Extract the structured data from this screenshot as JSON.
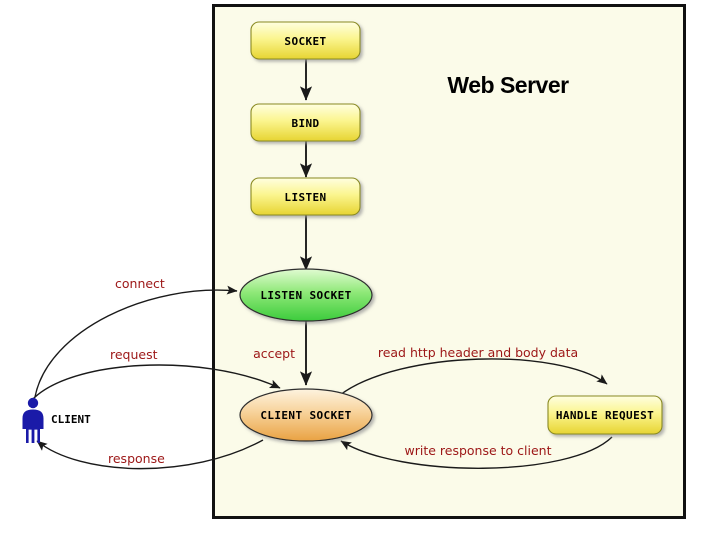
{
  "panel": {
    "title": "Web Server",
    "background_color": "#fbfbe9",
    "border_color": "#111111"
  },
  "colors": {
    "yellow_box_top": "#fdfdc8",
    "yellow_box_bottom": "#e8d93a",
    "green_ellipse_top": "#d6f5c4",
    "green_ellipse_bottom": "#4bd44b",
    "orange_ellipse_top": "#fdf0d8",
    "orange_ellipse_bottom": "#e8a44a",
    "edge_label_red": "#9c1616",
    "arrow_black": "#1a1a1a",
    "client_blue": "#1a1aa8",
    "page_background": "#ffffff"
  },
  "nodes": [
    {
      "id": "socket",
      "label": "SOCKET",
      "shape": "rounded-box",
      "fill": "yellow"
    },
    {
      "id": "bind",
      "label": "BIND",
      "shape": "rounded-box",
      "fill": "yellow"
    },
    {
      "id": "listen",
      "label": "LISTEN",
      "shape": "rounded-box",
      "fill": "yellow"
    },
    {
      "id": "listen-socket",
      "label": "LISTEN SOCKET",
      "shape": "ellipse",
      "fill": "green"
    },
    {
      "id": "client-socket",
      "label": "CLIENT SOCKET",
      "shape": "ellipse",
      "fill": "orange"
    },
    {
      "id": "handle-request",
      "label": "HANDLE REQUEST",
      "shape": "rounded-box",
      "fill": "yellow"
    }
  ],
  "actor": {
    "id": "client",
    "label": "CLIENT",
    "icon": "person-icon"
  },
  "edges": [
    {
      "id": "socket-to-bind",
      "label": "",
      "from": "socket",
      "to": "bind"
    },
    {
      "id": "bind-to-listen",
      "label": "",
      "from": "bind",
      "to": "listen"
    },
    {
      "id": "listen-to-listen-socket",
      "label": "",
      "from": "listen",
      "to": "listen-socket"
    },
    {
      "id": "client-to-listen-socket",
      "label": "connect",
      "from": "client",
      "to": "listen-socket"
    },
    {
      "id": "listen-socket-to-client-socket",
      "label": "accept",
      "from": "listen-socket",
      "to": "client-socket"
    },
    {
      "id": "client-to-client-socket",
      "label": "request",
      "from": "client",
      "to": "client-socket"
    },
    {
      "id": "client-socket-to-handle-request",
      "label": "read http header and body data",
      "from": "client-socket",
      "to": "handle-request"
    },
    {
      "id": "handle-request-to-client-socket",
      "label": "write response to client",
      "from": "handle-request",
      "to": "client-socket"
    },
    {
      "id": "client-socket-to-client",
      "label": "response",
      "from": "client-socket",
      "to": "client"
    }
  ]
}
